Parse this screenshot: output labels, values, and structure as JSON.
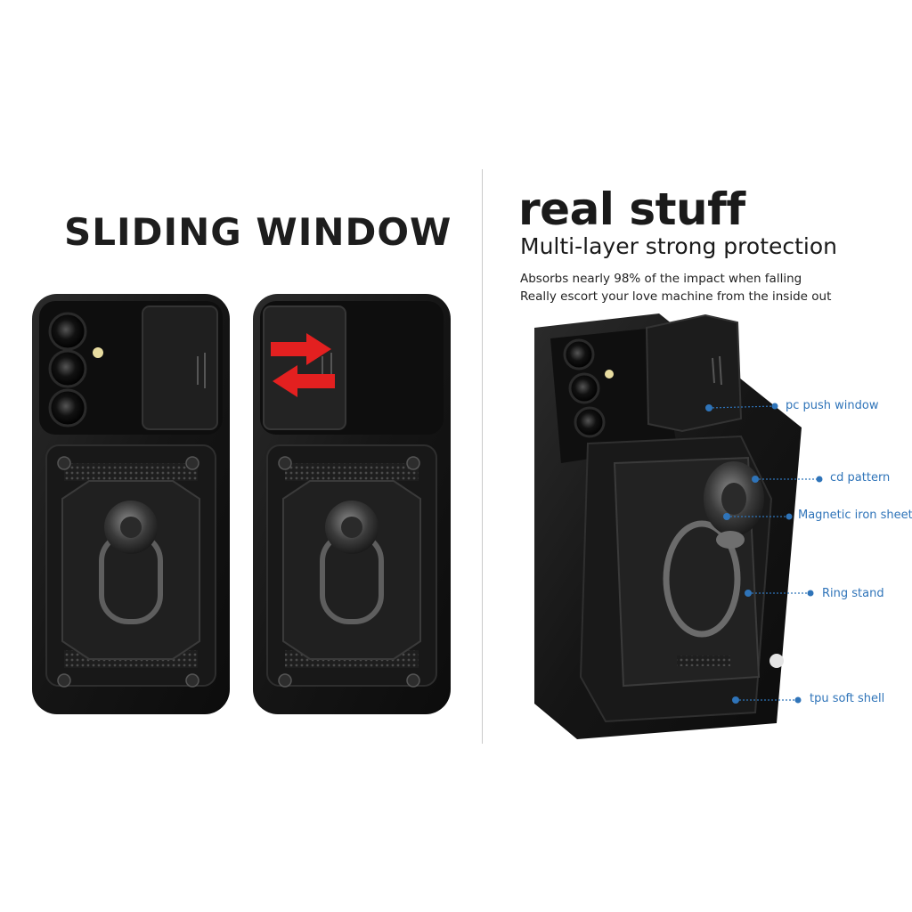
{
  "left_panel": {
    "heading": "SLIDING WINDOW"
  },
  "right_panel": {
    "heading": "real stuff",
    "subheading": "Multi-layer strong protection",
    "description": [
      "Absorbs nearly 98% of the impact when falling",
      "Really escort your love machine from the inside out"
    ],
    "callouts": [
      {
        "label": "pc push window"
      },
      {
        "label": "cd pattern"
      },
      {
        "label": "Magnetic iron sheet"
      },
      {
        "label": "Ring stand"
      },
      {
        "label": "tpu soft shell"
      }
    ]
  },
  "colors": {
    "accent_blue": "#2f74b9",
    "arrow_red": "#e32020",
    "case_black": "#161616",
    "heading_text": "#1d1d1d"
  }
}
